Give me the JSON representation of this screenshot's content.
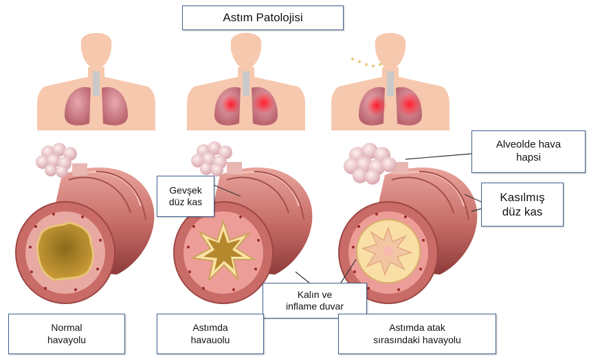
{
  "title": "Astım Patolojisi",
  "labels": {
    "relaxed_muscle": "Gevşek\ndüz kas",
    "alveolar_trap": "Alveolde hava\nhapsi",
    "contracted_muscle": "Kasılmış\ndüz kas",
    "thick_wall": "Kalın ve\ninflame duvar"
  },
  "captions": {
    "normal": "Normal\nhavayolu",
    "asthma": "Astımda\nhavauolu",
    "attack": "Astımda atak\nsırasındaki havayolu"
  },
  "colors": {
    "box_border": "#3f5f8f",
    "skin": "#f6c8ad",
    "lung": "#d98d96",
    "inflamed": "#e8323c",
    "airway": "#c9706a",
    "lumen_normal": "#b98a2a",
    "lumen_inflamed": "#f5dca0"
  }
}
